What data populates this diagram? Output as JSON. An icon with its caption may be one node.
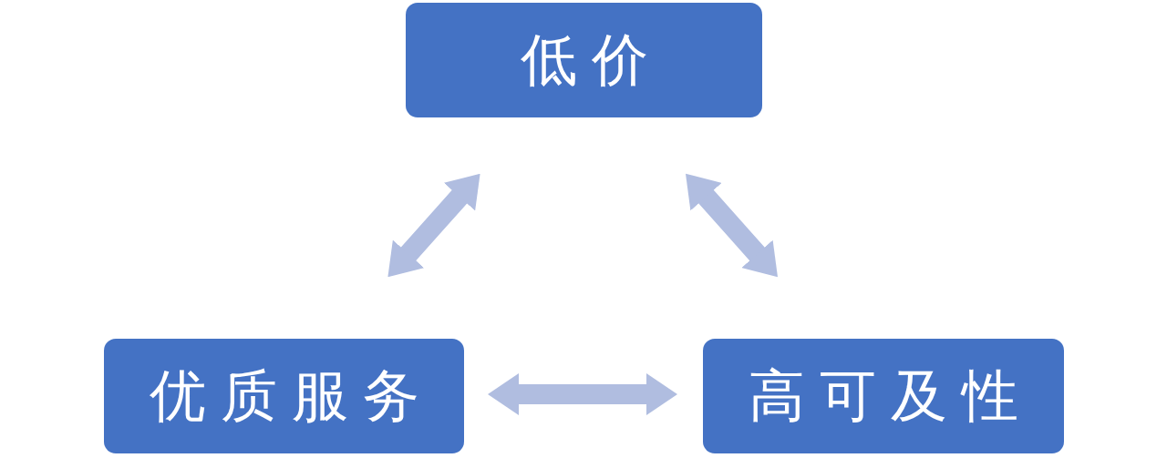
{
  "diagram": {
    "nodes": [
      {
        "text": [
          "低价"
        ]
      },
      {
        "text": [
          "优质服务"
        ]
      },
      {
        "text": [
          "高可及性"
        ]
      }
    ],
    "edges": [
      {
        "from": 0,
        "to": 1,
        "arrow": "both"
      },
      {
        "from": 0,
        "to": 2,
        "arrow": "both"
      },
      {
        "from": 1,
        "to": 2,
        "arrow": "both"
      }
    ]
  }
}
